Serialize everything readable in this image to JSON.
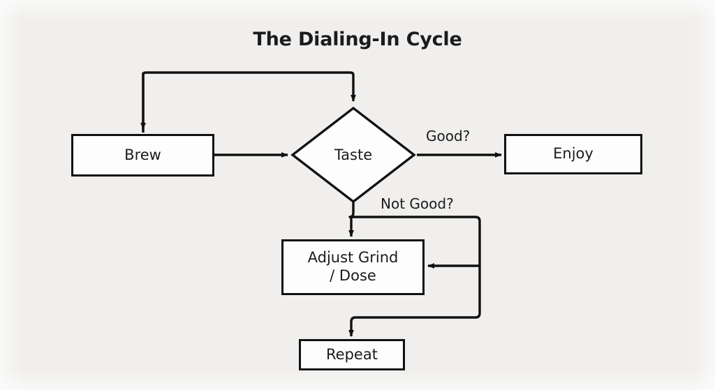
{
  "diagram": {
    "title": "The Dialing-In Cycle",
    "type": "flowchart",
    "colors": {
      "background": "#f0efed",
      "node_fill": "#fdfdfd",
      "stroke": "#111111",
      "text": "#1b1b1b"
    },
    "nodes": [
      {
        "id": "brew",
        "label": "Brew",
        "shape": "rectangle"
      },
      {
        "id": "taste",
        "label": "Taste",
        "shape": "diamond"
      },
      {
        "id": "enjoy",
        "label": "Enjoy",
        "shape": "rectangle"
      },
      {
        "id": "adjust",
        "label": "Adjust Grind\n/ Dose",
        "shape": "rectangle"
      },
      {
        "id": "repeat",
        "label": "Repeat",
        "shape": "rectangle"
      }
    ],
    "edge_labels": {
      "good": "Good?",
      "not_good": "Not Good?"
    },
    "edges": [
      {
        "from": "brew",
        "to": "taste",
        "label": ""
      },
      {
        "from": "taste",
        "to": "enjoy",
        "label": "Good?"
      },
      {
        "from": "taste",
        "to": "adjust",
        "label": "Not Good?"
      },
      {
        "from": "taste",
        "to": "repeat",
        "label": ""
      },
      {
        "from": "repeat",
        "to": "adjust",
        "label": ""
      },
      {
        "from": "loop",
        "to": "brew",
        "label": ""
      },
      {
        "from": "loop",
        "to": "taste",
        "label": ""
      }
    ]
  }
}
